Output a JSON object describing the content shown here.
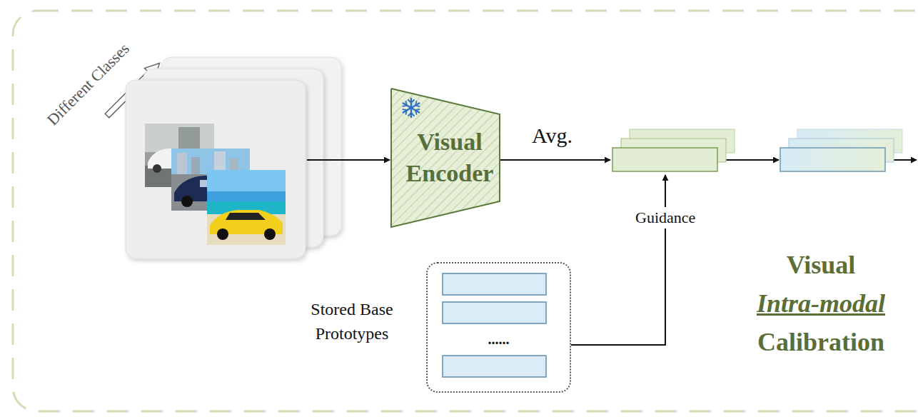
{
  "diagram": {
    "nodes": [
      {
        "text": [
          "Visual Encoder"
        ]
      },
      {
        "text": [
          "Stored Base Prototypes",
          "......"
        ]
      }
    ],
    "labels": [
      "Different Classes",
      "Avg.",
      "Guidance",
      "Visual Intra-modal Calibration"
    ]
  }
}
